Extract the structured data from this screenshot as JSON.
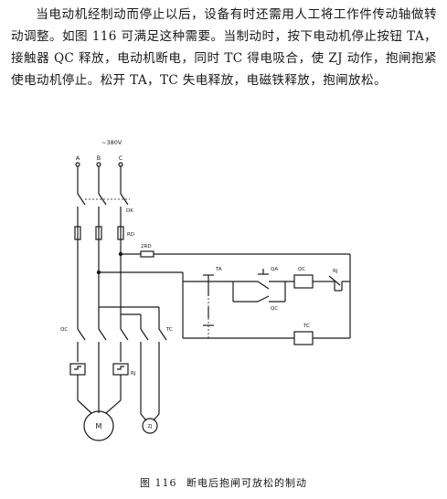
{
  "paragraph": "当电动机经制动而停止以后，设备有时还需用人工将工作件传动轴做转动调整。如图 116 可满足这种需要。当制动时，按下电动机停止按钮 TA，接触器 QC 释放，电动机断电，同时 TC 得电吸合，使 ZJ 动作，抱闸抱紧使电动机停止。松开 TA，TC 失电释放，电磁铁释放，抱闸放松。",
  "diagram": {
    "supply_label": "~380V",
    "phase_labels": [
      "A",
      "B",
      "C"
    ],
    "labels": {
      "switch": "DK",
      "fuse": "RD",
      "fuse_small": "2RD",
      "stop_button": "TA",
      "start_button": "QA",
      "contactor_coil": "QC",
      "relay_contact": "RJ",
      "aux_contact": "QC",
      "coil_tc": "TC",
      "main_contacts": "QC",
      "tc_contacts": "TC",
      "thermal_relay": "RJ",
      "motor": "M",
      "brake": "ZJ"
    }
  },
  "caption": {
    "figure_label": "图 116",
    "title": "断电后抱闸可放松的制动"
  }
}
